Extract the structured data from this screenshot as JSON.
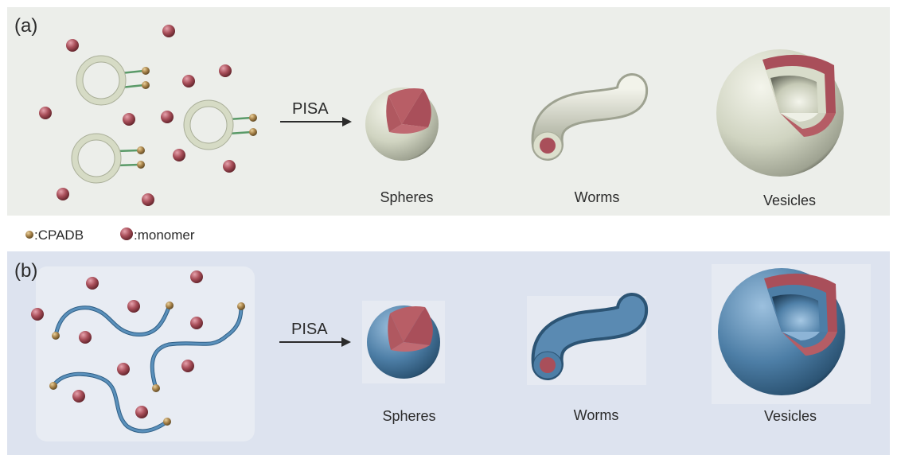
{
  "panel_a": {
    "label": "(a)",
    "arrow_label": "PISA",
    "morphologies": [
      "Spheres",
      "Worms",
      "Vesicles"
    ],
    "colors": {
      "background": "#eceeea",
      "shell": "#d8dcca",
      "core": "#b6585f"
    }
  },
  "legend": {
    "cpadb_label": ":CPADB",
    "monomer_label": ":monomer",
    "colors": {
      "cpadb": "#a8834a",
      "monomer": "#a94f5a"
    }
  },
  "panel_b": {
    "label": "(b)",
    "arrow_label": "PISA",
    "morphologies": [
      "Spheres",
      "Worms",
      "Vesicles"
    ],
    "colors": {
      "background": "#dde3ef",
      "shell": "#4d7ea6",
      "core": "#b6585f",
      "chain": "#4f86b0"
    }
  }
}
